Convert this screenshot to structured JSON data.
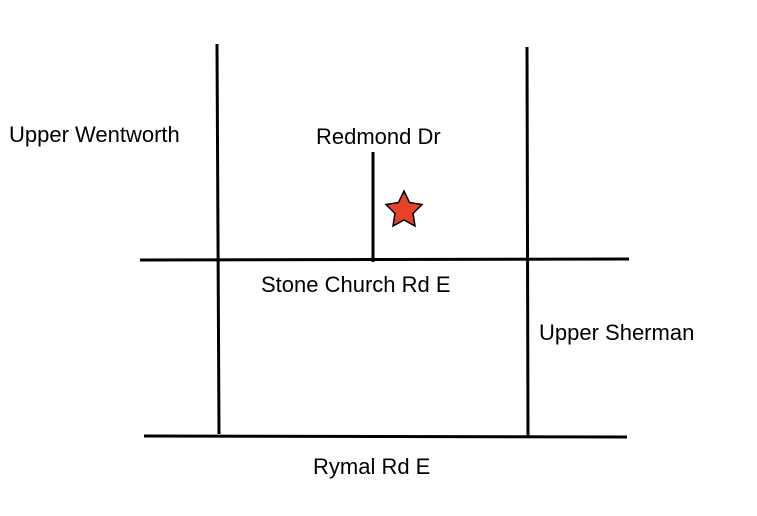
{
  "map": {
    "roads": {
      "upper_wentworth": "Upper Wentworth",
      "redmond": "Redmond Dr",
      "stone_church": "Stone Church Rd E",
      "upper_sherman": "Upper Sherman",
      "rymal": "Rymal Rd E"
    },
    "marker": {
      "icon": "star-icon",
      "color": "#e8422a",
      "outline_color": "#000000"
    }
  }
}
